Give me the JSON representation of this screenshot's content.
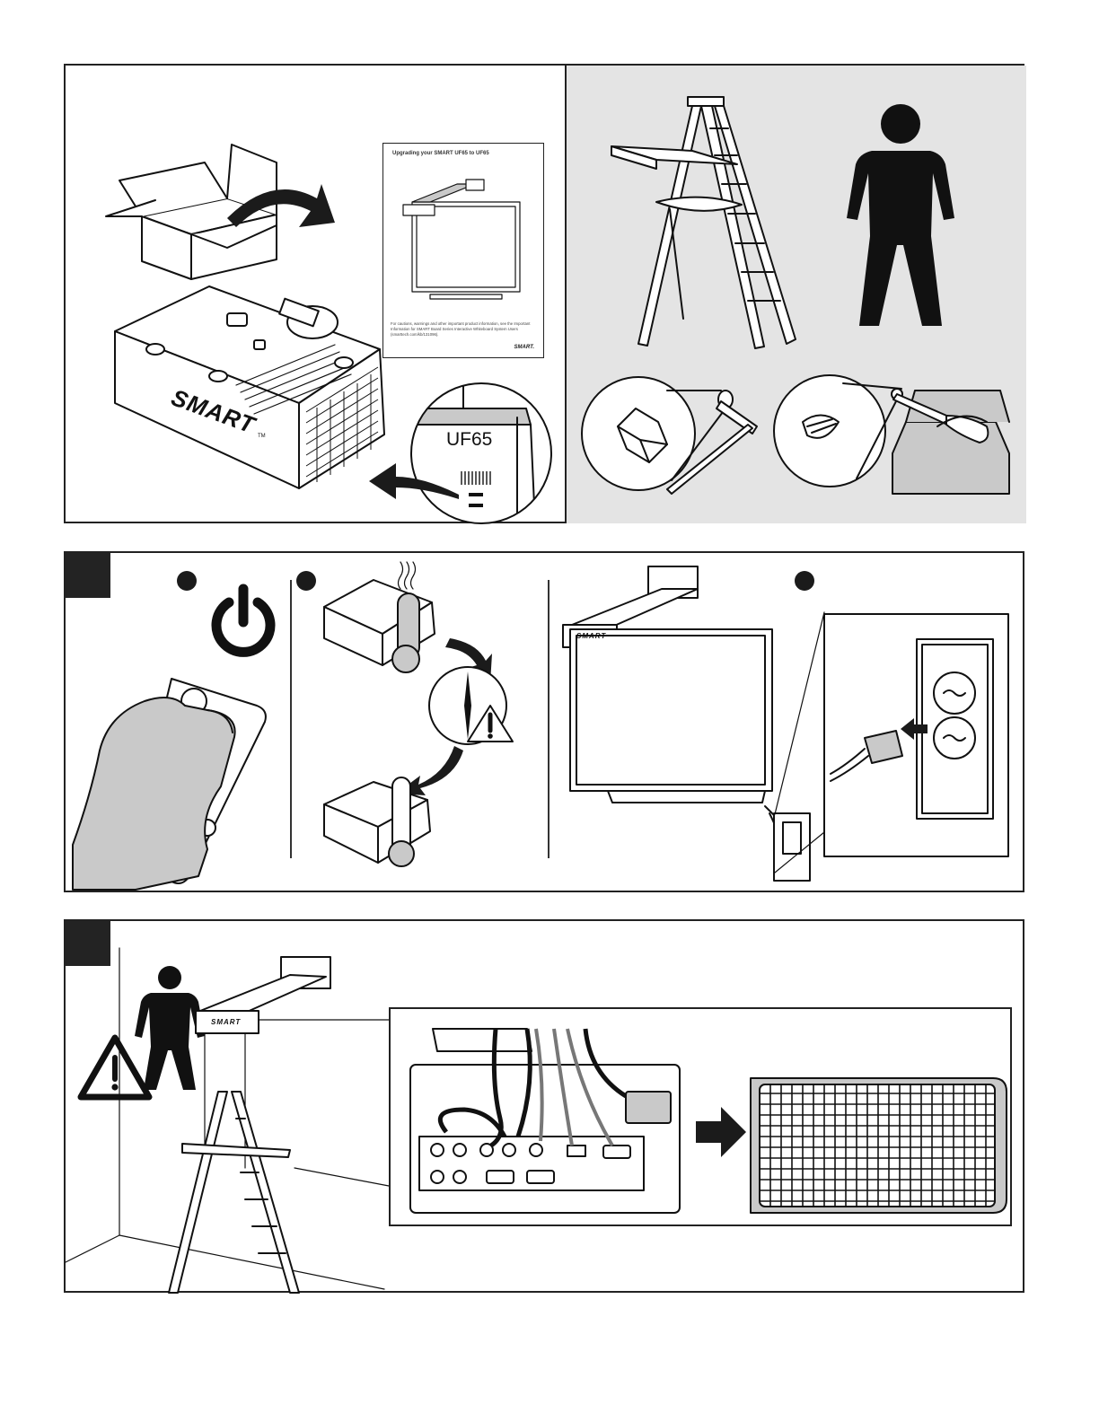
{
  "panel1": {
    "document_title": "Upgrading your SMART UF65 to UF65",
    "document_note": "For cautions, warnings and other important product information, see the Important Information for SMART Board Series Interactive Whiteboard System Users (smarttech.com/kb/131096).",
    "document_logo": "SMART.",
    "projector_logo": "SMART",
    "projector_tm": "TM",
    "model_label": "UF65"
  },
  "panel2": {
    "projector_logo": "SMART"
  },
  "panel3": {
    "projector_logo": "SMART"
  },
  "colors": {
    "ink": "#111111",
    "shade": "#e4e4e4",
    "gray_fill": "#c9c9c9",
    "dark": "#1b1b1b"
  }
}
